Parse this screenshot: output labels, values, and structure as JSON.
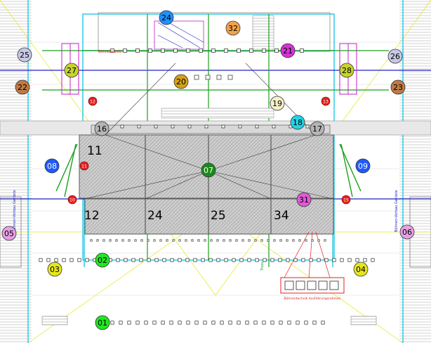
{
  "drawing": {
    "markers": [
      {
        "label": "24",
        "fill": "#1e90ff",
        "text_color": "#000000"
      },
      {
        "label": "32",
        "fill": "#f4a24a",
        "text_color": "#000000"
      },
      {
        "label": "21",
        "fill": "#d633d6",
        "text_color": "#000000"
      },
      {
        "label": "25",
        "fill": "#c8c8e6",
        "text_color": "#000000"
      },
      {
        "label": "26",
        "fill": "#c8c8e6",
        "text_color": "#000000"
      },
      {
        "label": "27",
        "fill": "#c8d42e",
        "text_color": "#000000"
      },
      {
        "label": "28",
        "fill": "#c8d42e",
        "text_color": "#000000"
      },
      {
        "label": "22",
        "fill": "#c07a45",
        "text_color": "#000000"
      },
      {
        "label": "23",
        "fill": "#c07a45",
        "text_color": "#000000"
      },
      {
        "label": "20",
        "fill": "#d4a017",
        "text_color": "#000000"
      },
      {
        "label": "19",
        "fill": "#f5f0c8",
        "text_color": "#000000"
      },
      {
        "label": "18",
        "fill": "#22d4e6",
        "text_color": "#000000"
      },
      {
        "label": "16",
        "fill": "#b4b4b4",
        "text_color": "#000000"
      },
      {
        "label": "17",
        "fill": "#b4b4b4",
        "text_color": "#000000"
      },
      {
        "label": "08",
        "fill": "#1e5aff",
        "text_color": "#ffffff"
      },
      {
        "label": "09",
        "fill": "#1e5aff",
        "text_color": "#ffffff"
      },
      {
        "label": "07",
        "fill": "#1a8a1a",
        "text_color": "#ffffff"
      },
      {
        "label": "31",
        "fill": "#e05ad6",
        "text_color": "#000000"
      },
      {
        "label": "05",
        "fill": "#e6a0e6",
        "text_color": "#000000"
      },
      {
        "label": "06",
        "fill": "#e6a0e6",
        "text_color": "#000000"
      },
      {
        "label": "03",
        "fill": "#e6e61e",
        "text_color": "#000000"
      },
      {
        "label": "04",
        "fill": "#e6e61e",
        "text_color": "#000000"
      },
      {
        "label": "02",
        "fill": "#22e622",
        "text_color": "#000000"
      },
      {
        "label": "01",
        "fill": "#22e622",
        "text_color": "#000000"
      }
    ],
    "small_markers": [
      {
        "label": "12",
        "fill": "#e62020"
      },
      {
        "label": "13",
        "fill": "#e62020"
      },
      {
        "label": "11",
        "fill": "#e62020"
      },
      {
        "label": "10",
        "fill": "#e62020"
      },
      {
        "label": "15",
        "fill": "#e62020"
      }
    ],
    "section_numbers": [
      "11",
      "12",
      "24",
      "25",
      "34"
    ],
    "side_labels": [
      "Bühnen-Vorbau Gerüste",
      "Bühnen-Vorbau Gerüste"
    ],
    "truss_label": "Truss",
    "line_label": "Bühnenkante",
    "legend_caption": "Bühnentechnik Ausführungsrahmen",
    "colors": {
      "truss_cyan": "#22c8e6",
      "grid_green": "#1aa01a",
      "grid_blue": "#2020c8",
      "stage_fill": "#c8c8c8",
      "frame_magenta": "#c81ec8",
      "accent_red": "#e62020",
      "yellow_lines": "#e6e61e"
    }
  }
}
